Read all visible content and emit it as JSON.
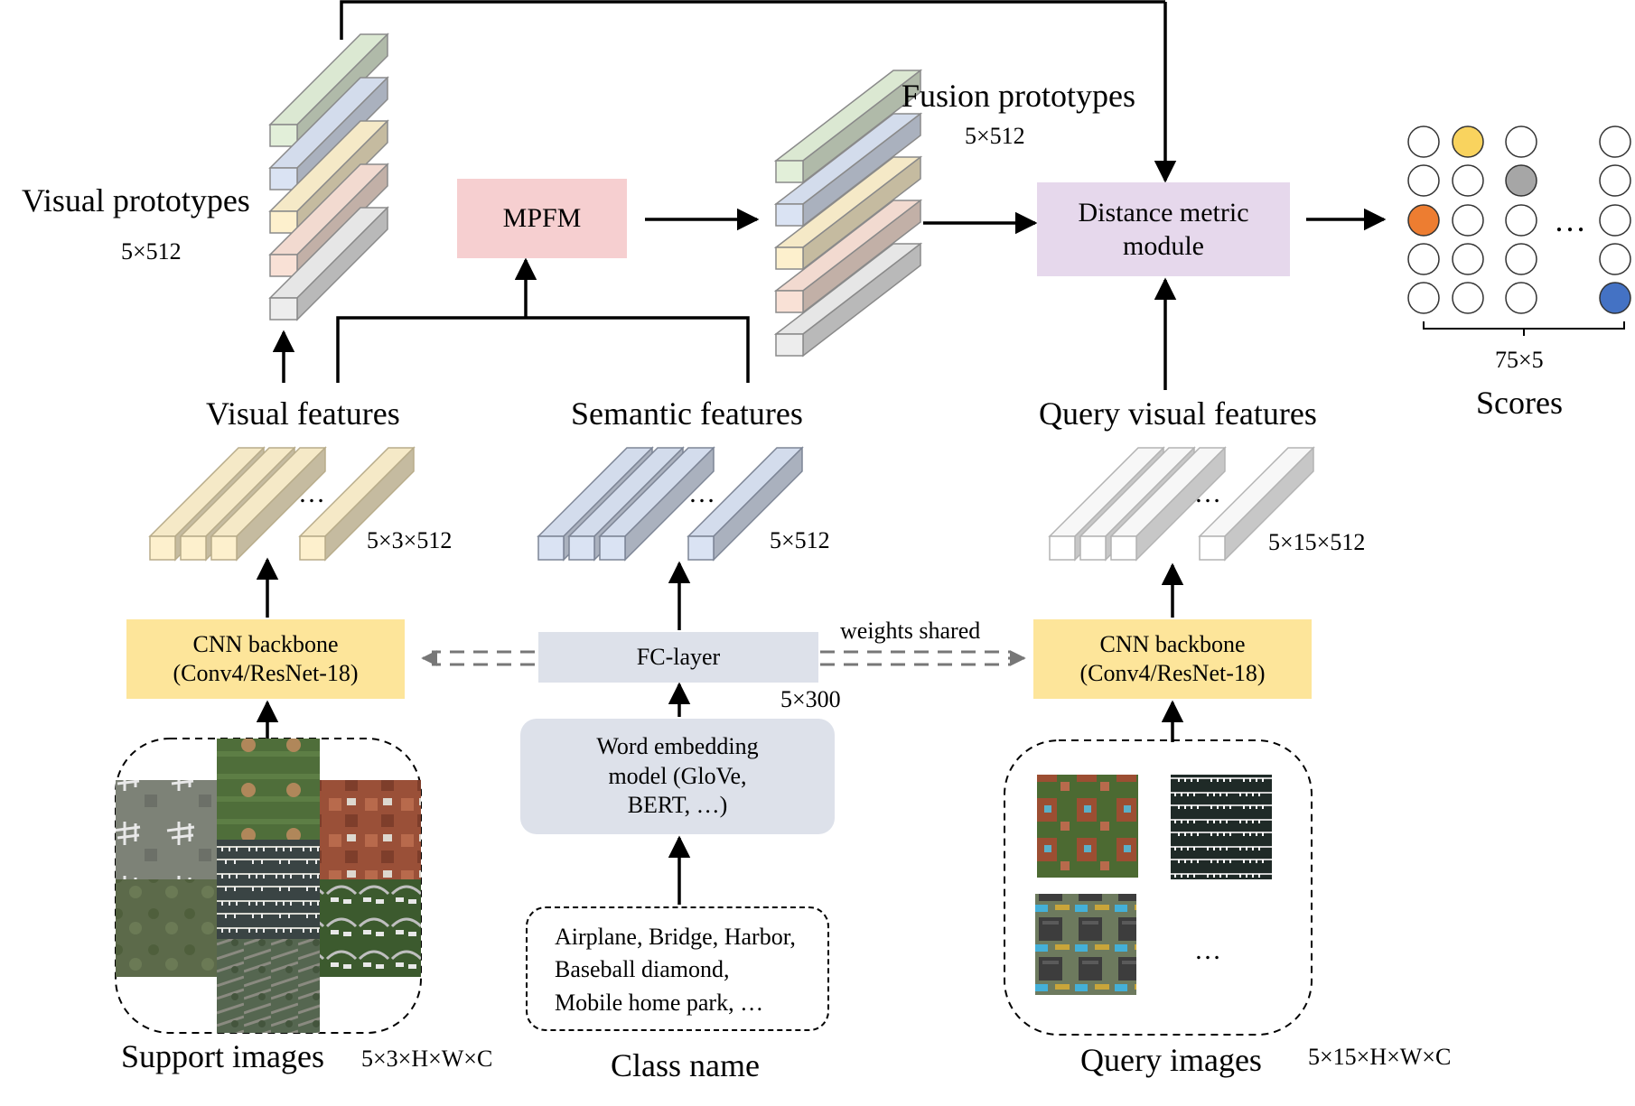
{
  "visual_prototypes": {
    "label": "Visual prototypes",
    "dim": "5×512"
  },
  "fusion_prototypes": {
    "label": "Fusion prototypes",
    "dim": "5×512"
  },
  "mpfm": {
    "label": "MPFM"
  },
  "distance_module": {
    "line1": "Distance metric",
    "line2": "module"
  },
  "scores": {
    "dim": "75×5",
    "label": "Scores",
    "ellipsis": "…"
  },
  "visual_features": {
    "label": "Visual features",
    "dim": "5×3×512",
    "ellipsis": "…"
  },
  "semantic_features": {
    "label": "Semantic features",
    "dim": "5×512",
    "ellipsis": "…"
  },
  "query_visual_features": {
    "label": "Query visual features",
    "dim": "5×15×512",
    "ellipsis": "…"
  },
  "cnn_backbone_left": {
    "line1": "CNN backbone",
    "line2": "(Conv4/ResNet-18)"
  },
  "cnn_backbone_right": {
    "line1": "CNN backbone",
    "line2": "(Conv4/ResNet-18)"
  },
  "fc_layer": {
    "label": "FC-layer",
    "dim": "5×300"
  },
  "weights_shared": "weights shared",
  "word_embedding": {
    "line1": "Word embedding",
    "line2": "model (GloVe,",
    "line3": "BERT, …)"
  },
  "class_names": {
    "line1": "Airplane, Bridge, Harbor,",
    "line2": "Baseball diamond,",
    "line3": "Mobile home park, …"
  },
  "support_images": {
    "label": "Support images",
    "dim": "5×3×H×W×C"
  },
  "class_name": {
    "label": "Class name"
  },
  "query_images": {
    "label": "Query images",
    "dim": "5×15×H×W×C",
    "ellipsis": "…"
  },
  "colors": {
    "mpfm_fill": "#f6cfd0",
    "distance_fill": "#e6d8ec",
    "cnn_fill": "#fde59a",
    "fc_fill": "#dde1ea",
    "word_fill": "#dde1ea",
    "score_yellow": "#f9d35e",
    "score_gray": "#a6a6a6",
    "score_orange": "#ed7d31",
    "score_blue": "#4472c4",
    "proto_green": "#e2efd9",
    "proto_blue": "#dae3f3",
    "proto_yellow": "#fdf0cd",
    "proto_pink": "#f9e1d6",
    "proto_gray": "#ededed",
    "support_feat": "#fdf0cd",
    "semantic_feat": "#dae3f3",
    "query_feat": "#ffffff"
  }
}
